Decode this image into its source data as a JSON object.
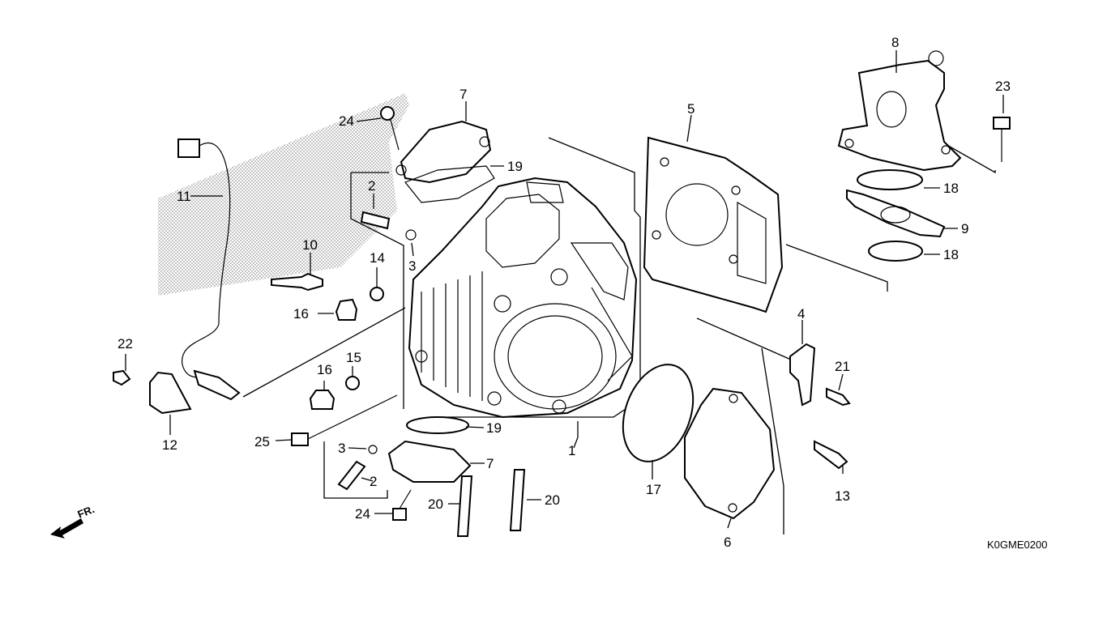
{
  "callouts": [
    "1",
    "2",
    "2",
    "3",
    "3",
    "4",
    "5",
    "6",
    "7",
    "7",
    "8",
    "9",
    "10",
    "11",
    "12",
    "13",
    "14",
    "15",
    "16",
    "16",
    "17",
    "18",
    "18",
    "19",
    "19",
    "20",
    "20",
    "21",
    "22",
    "23",
    "24",
    "24",
    "25"
  ],
  "diagram_code": "K0GME0200",
  "front_label": "FR.",
  "colors": {
    "ink": "#000000",
    "background": "#ffffff",
    "shading": "#b0b0b0"
  },
  "icons": [
    "front-arrow-icon"
  ]
}
